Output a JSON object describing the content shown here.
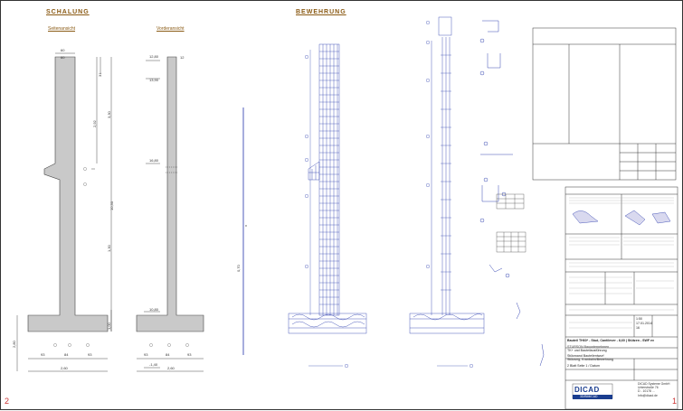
{
  "sheet": {
    "headings": {
      "formwork": "SCHALUNG",
      "side_view": "Seitenansicht",
      "front_view": "Vorderansicht",
      "reinforcement": "BEWEHRUNG"
    },
    "corner_marks": {
      "left": "2",
      "right": "1"
    },
    "dimensions": {
      "vertical": [
        "31",
        "2,92",
        "3,30",
        "10,30",
        "1,30",
        "1,00",
        "2,80"
      ],
      "horizontal_bottom": [
        "93",
        "84",
        "93",
        "2,60",
        "2,60"
      ],
      "levels": [
        "12,80",
        "13,90",
        "16,80",
        "10,80",
        "-1,40"
      ],
      "top": [
        "60",
        "60",
        "12"
      ]
    },
    "title_block": {
      "project_line": "Bauteil TH60* - Stud, Cantilever - 8,60 | Stützen - SWF ev",
      "company_line": "STURSON Bauunternehmen",
      "system_line": "TK+ und Bauteilausführung",
      "desc_line_1": "Stützwand Bauteilentwurf",
      "desc_line_2": "Stützung, Kranbahn/Bewehrung",
      "scale": "1:50",
      "date": "17.01.2014",
      "sheet_no": "16",
      "footer_line": "2 Blatt Seite 1 / Datum",
      "logo_text": "DICAD",
      "logo_sub": "3D/BIM/CAD",
      "address_lines": [
        "DICAD Systeme GmbH",
        "Unterstraße 76",
        "D - 10178 ...",
        "Info@dicad.de"
      ]
    }
  }
}
